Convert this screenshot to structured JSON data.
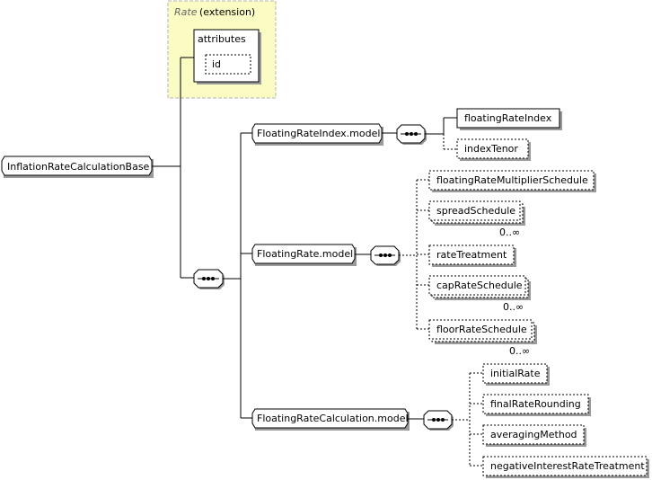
{
  "extension": {
    "title": "Rate",
    "suffix": "(extension)",
    "attributes_label": "attributes",
    "attribute_id": "id"
  },
  "root": {
    "label": "InflationRateCalculationBase"
  },
  "groups": {
    "floating_rate_index_model": {
      "label": "FloatingRateIndex.model",
      "children": [
        "floatingRateIndex",
        "indexTenor"
      ]
    },
    "floating_rate_model": {
      "label": "FloatingRate.model",
      "children": [
        "floatingRateMultiplierSchedule",
        "spreadSchedule",
        "rateTreatment",
        "capRateSchedule",
        "floorRateSchedule"
      ],
      "multiplicities": {
        "spreadSchedule": "0..∞",
        "capRateSchedule": "0..∞",
        "floorRateSchedule": "0..∞"
      }
    },
    "floating_rate_calculation_model": {
      "label": "FloatingRateCalculation.model",
      "children": [
        "initialRate",
        "finalRateRounding",
        "averagingMethod",
        "negativeInterestRateTreatment"
      ]
    }
  },
  "colors": {
    "extension_fill": "#fbfbc4",
    "extension_border": "#b5b5b5",
    "shadow": "#9a9a9a"
  }
}
